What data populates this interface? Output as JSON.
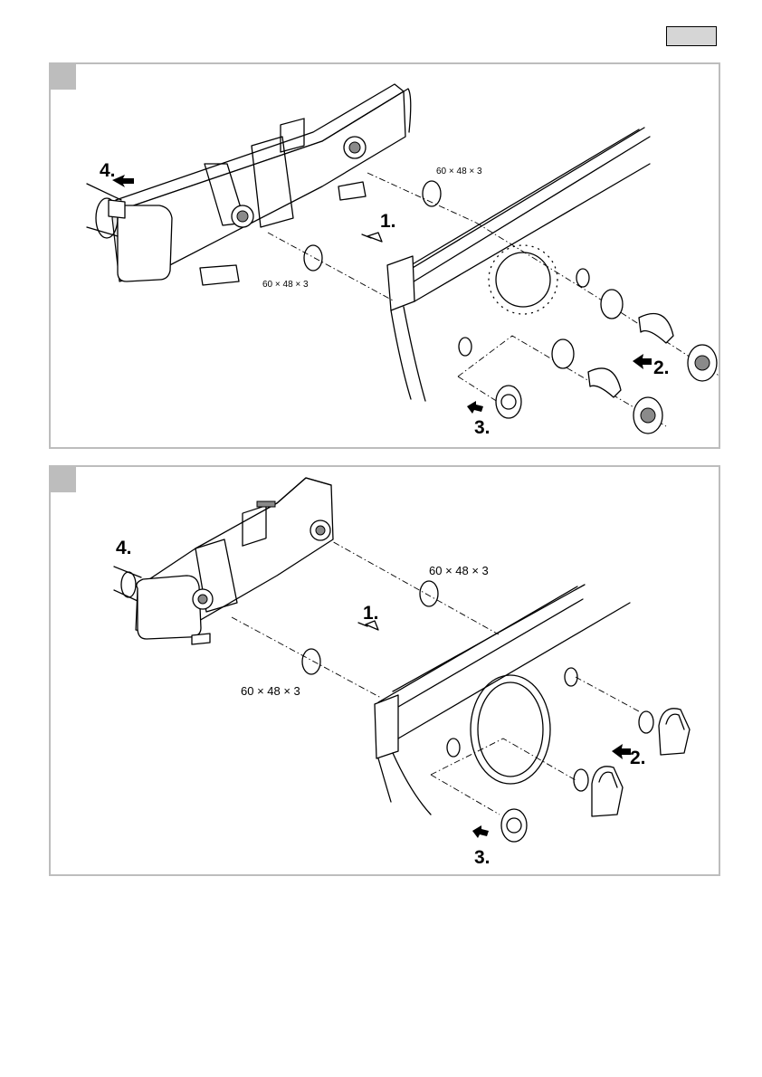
{
  "panels": [
    {
      "steps": [
        "1.",
        "2.",
        "3.",
        "4."
      ],
      "seals": [
        "60 × 48 × 3",
        "60 × 48 × 3"
      ]
    },
    {
      "steps": [
        "1.",
        "2.",
        "3.",
        "4."
      ],
      "seals": [
        "60 × 48 × 3",
        "60 × 48 × 3"
      ]
    }
  ]
}
